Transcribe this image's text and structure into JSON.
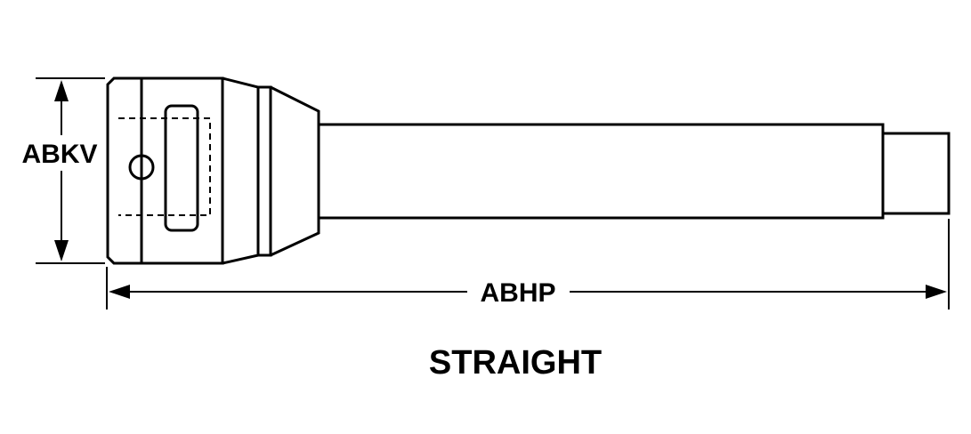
{
  "labels": {
    "height_dimension": "ABKV",
    "length_dimension": "ABHP",
    "caption": "STRAIGHT"
  }
}
